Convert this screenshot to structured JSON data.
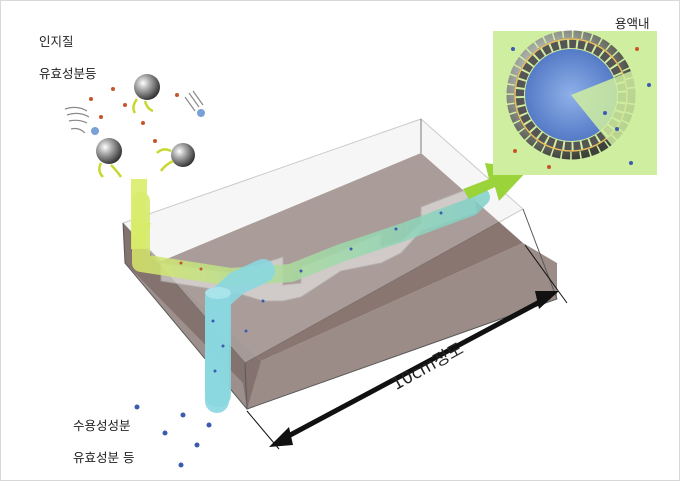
{
  "labels": {
    "lipid_line1": "인지질",
    "lipid_line2": "유효성분등",
    "water_line1": "수용성성분",
    "water_line2": "유효성분 등",
    "solution": "용액내",
    "length": "10cm정도"
  },
  "colors": {
    "chip_base": "#8a7670",
    "glass": "#dcdcdc",
    "lipid_stream": "#c8e05a",
    "water_stream": "#8ad7e0",
    "arrow_green": "#9ad43a",
    "inset_bg": "#cfeea0",
    "blue_dot": "#3a5bb0",
    "red_dot": "#c8552a"
  }
}
